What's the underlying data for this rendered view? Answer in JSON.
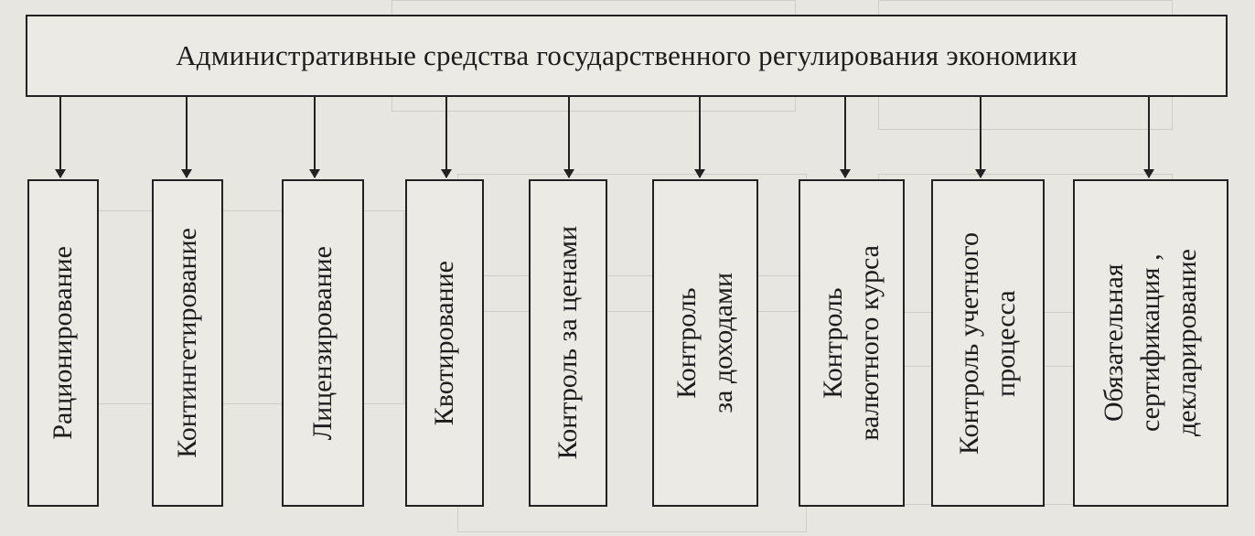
{
  "diagram": {
    "root": "Административные средства государственного регулирования экономики",
    "leaves": [
      {
        "id": "rationing",
        "label": "Рационирование"
      },
      {
        "id": "contingent",
        "label": "Контингетирование"
      },
      {
        "id": "licensing",
        "label": "Лицензирование"
      },
      {
        "id": "quota",
        "label": "Квотирование"
      },
      {
        "id": "price-control",
        "label": "Контроль за ценами"
      },
      {
        "id": "income-control",
        "label": "Контроль\nза доходами"
      },
      {
        "id": "currency-control",
        "label": "Контроль\nвалютного курса"
      },
      {
        "id": "accounting-control",
        "label": "Контроль учетного\nпроцесса"
      },
      {
        "id": "certification",
        "label": "Обязательная\nсертификация ,\nдекларирование"
      }
    ],
    "line_color": "#222222"
  }
}
